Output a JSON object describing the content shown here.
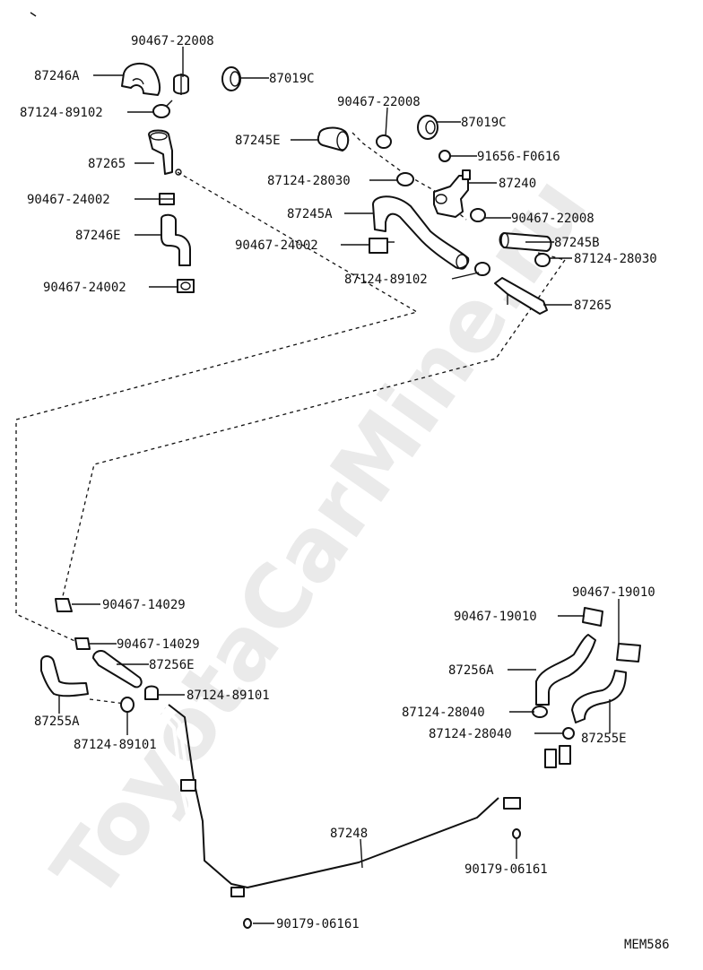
{
  "watermark": "ToyotaCarMine.ru",
  "diagram_code": "MEM586",
  "callouts": [
    {
      "id": "c01",
      "text": "90467-22008"
    },
    {
      "id": "c02",
      "text": "87246A"
    },
    {
      "id": "c03",
      "text": "87019C"
    },
    {
      "id": "c04",
      "text": "87124-89102"
    },
    {
      "id": "c05",
      "text": "90467-22008"
    },
    {
      "id": "c06",
      "text": "87019C"
    },
    {
      "id": "c07",
      "text": "87245E"
    },
    {
      "id": "c08",
      "text": "91656-F0616"
    },
    {
      "id": "c09",
      "text": "87265"
    },
    {
      "id": "c10",
      "text": "87124-28030"
    },
    {
      "id": "c11",
      "text": "87240"
    },
    {
      "id": "c12",
      "text": "90467-24002"
    },
    {
      "id": "c13",
      "text": "87245A"
    },
    {
      "id": "c14",
      "text": "90467-22008"
    },
    {
      "id": "c15",
      "text": "87246E"
    },
    {
      "id": "c16",
      "text": "90467-24002"
    },
    {
      "id": "c17",
      "text": "87245B"
    },
    {
      "id": "c18",
      "text": "87124-28030"
    },
    {
      "id": "c19",
      "text": "90467-24002"
    },
    {
      "id": "c20",
      "text": "87124-89102"
    },
    {
      "id": "c21",
      "text": "87265"
    },
    {
      "id": "c22",
      "text": "90467-19010"
    },
    {
      "id": "c23",
      "text": "90467-14029"
    },
    {
      "id": "c24",
      "text": "90467-19010"
    },
    {
      "id": "c25",
      "text": "90467-14029"
    },
    {
      "id": "c26",
      "text": "87256E"
    },
    {
      "id": "c27",
      "text": "87256A"
    },
    {
      "id": "c28",
      "text": "87124-89101"
    },
    {
      "id": "c29",
      "text": "87124-28040"
    },
    {
      "id": "c30",
      "text": "87255A"
    },
    {
      "id": "c31",
      "text": "87124-28040"
    },
    {
      "id": "c32",
      "text": "87255E"
    },
    {
      "id": "c33",
      "text": "87124-89101"
    },
    {
      "id": "c34",
      "text": "87248"
    },
    {
      "id": "c35",
      "text": "90179-06161"
    },
    {
      "id": "c36",
      "text": "90179-06161"
    }
  ],
  "colors": {
    "ink": "#111111",
    "paper": "#ffffff",
    "watermark": "#d9d9d9"
  }
}
